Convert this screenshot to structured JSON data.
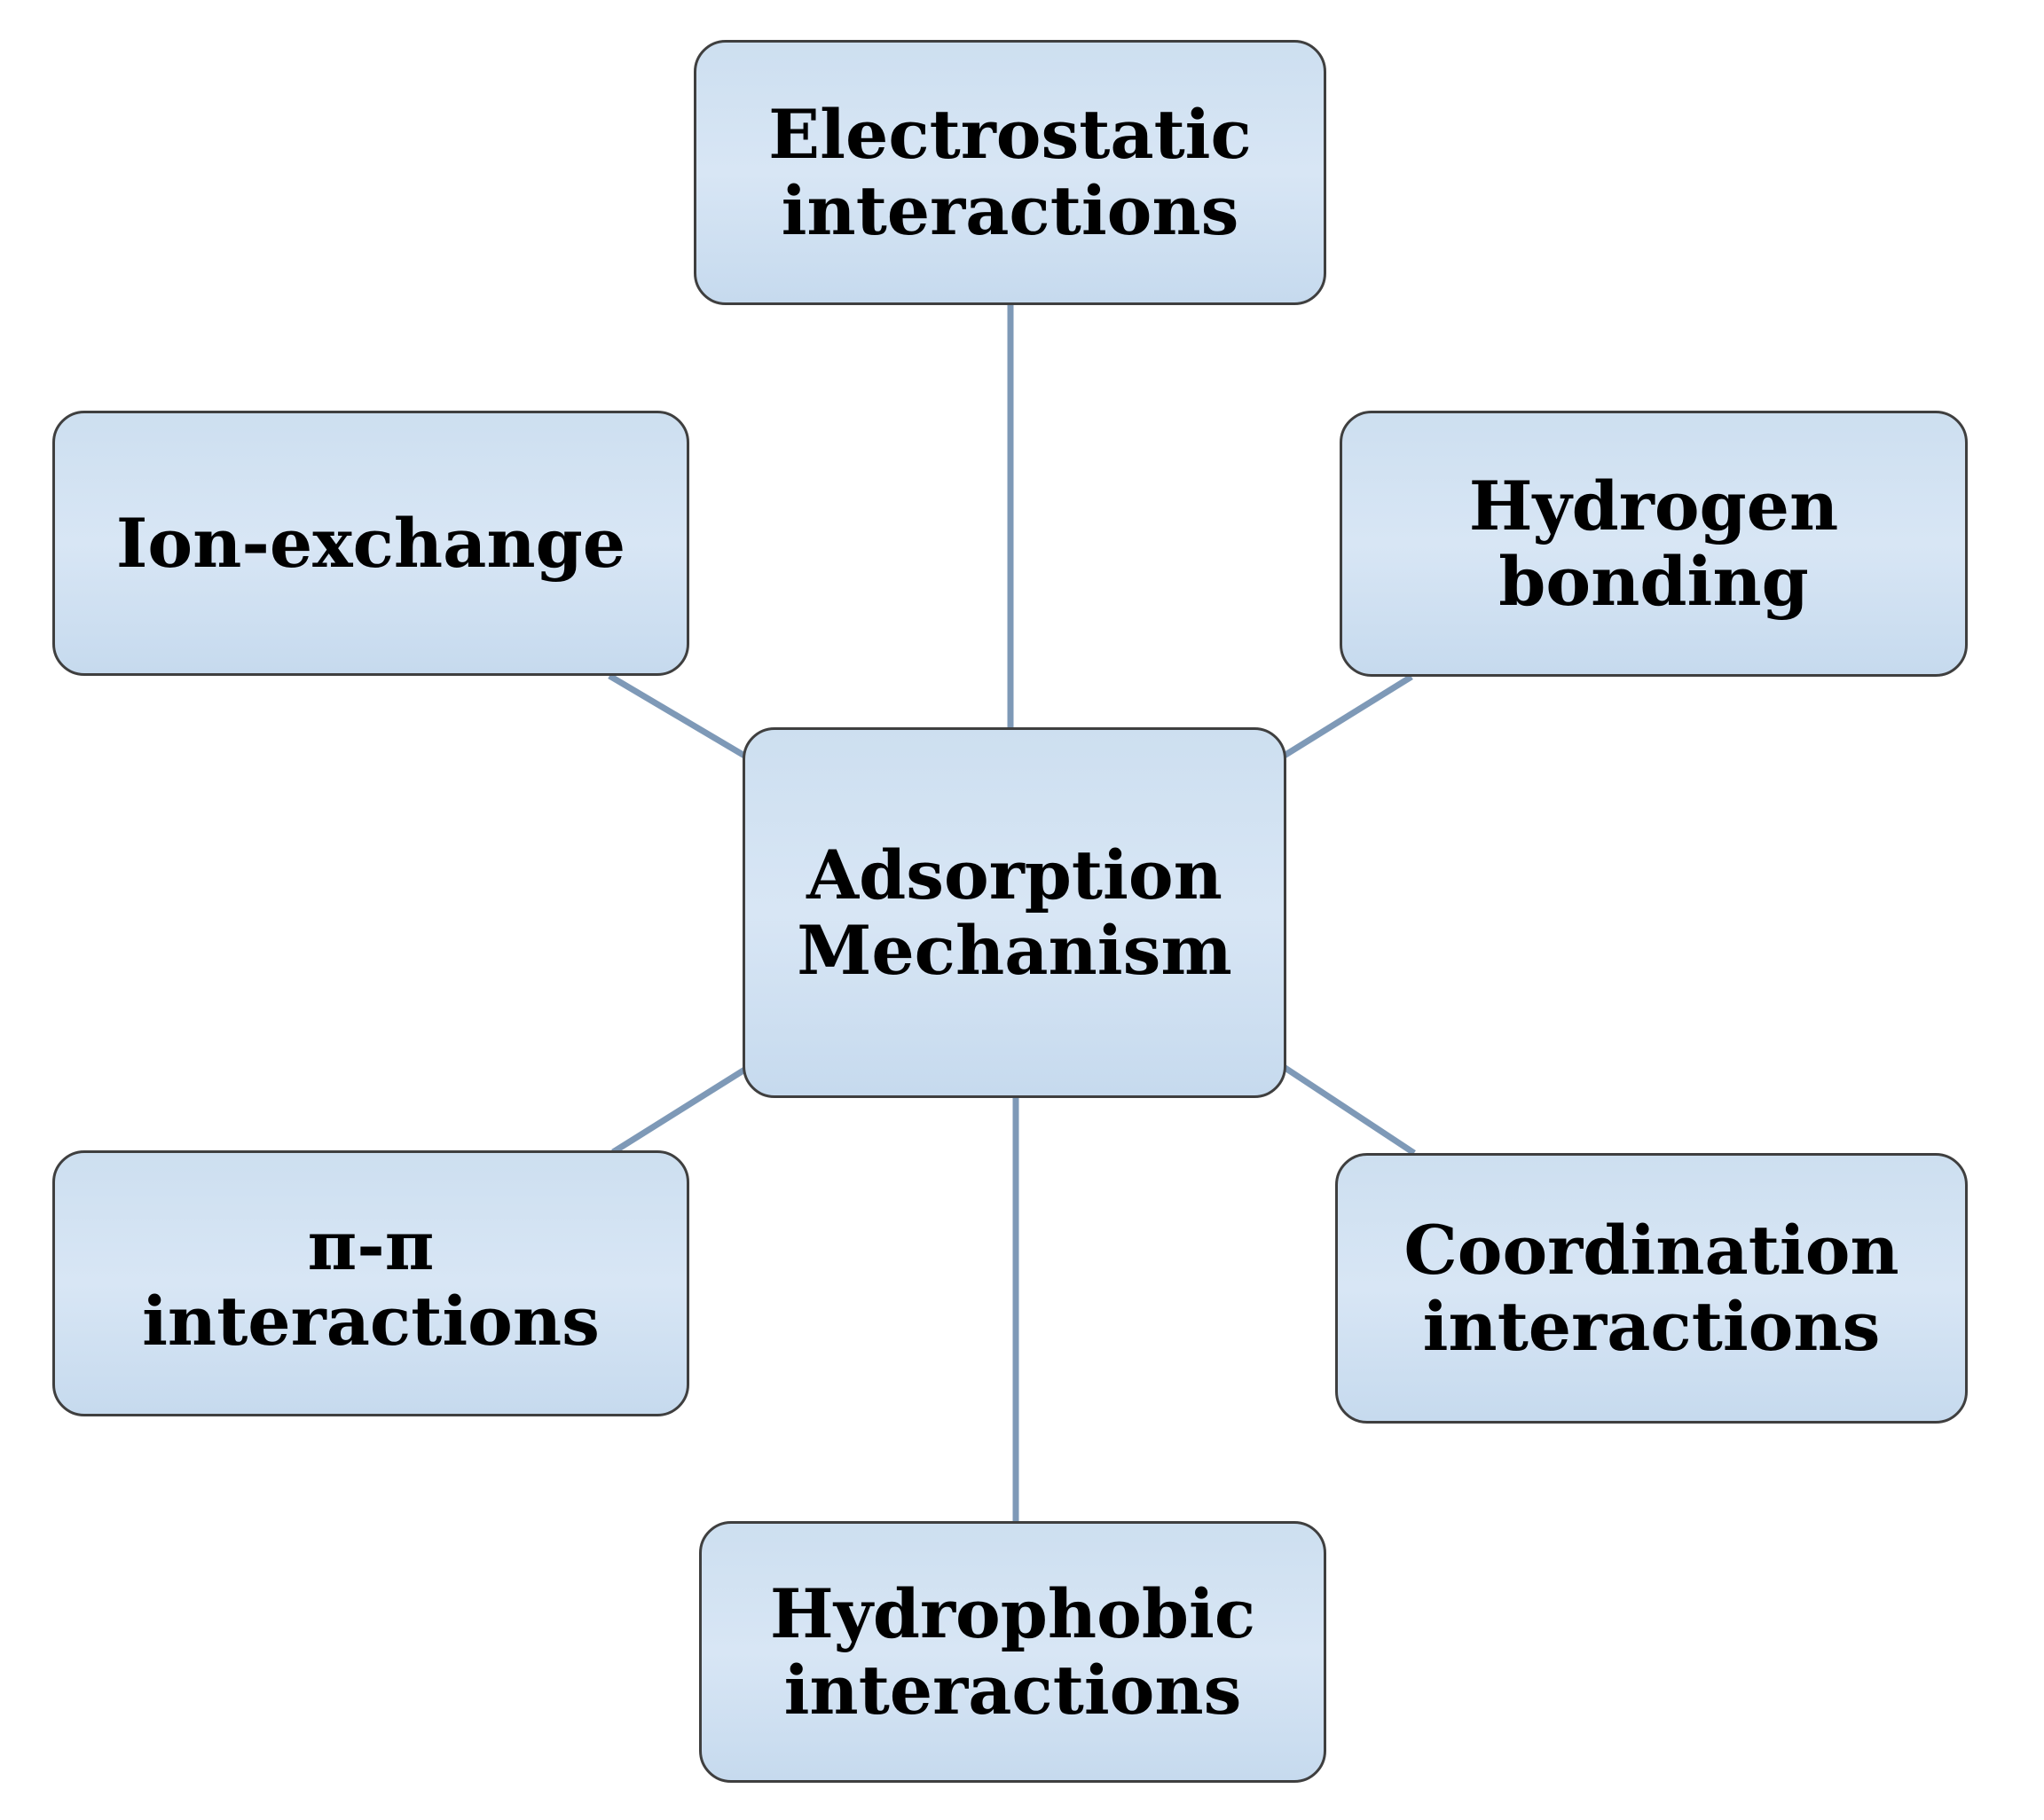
{
  "diagram": {
    "title": "Adsorption Mechanism",
    "type": "hub-and-spoke mind map",
    "colors": {
      "background": "#ffffff",
      "box_fill_top": "#cddff0",
      "box_fill_mid": "#d8e6f5",
      "box_fill_bottom": "#c6daee",
      "box_border": "#3f3f3f",
      "connector": "#7e99b7",
      "text": "#000000"
    },
    "nodes": {
      "center": {
        "label": "Adsorption Mechanism"
      },
      "top": {
        "label": "Electrostatic interactions"
      },
      "top_left": {
        "label": "Ion-exchange"
      },
      "top_right": {
        "label": "Hydrogen bonding"
      },
      "bottom_left": {
        "label": "π-π interactions"
      },
      "bottom_right": {
        "label": "Coordination interactions"
      },
      "bottom": {
        "label": "Hydrophobic interactions"
      }
    },
    "edges": [
      {
        "from": "center",
        "to": "top"
      },
      {
        "from": "center",
        "to": "top_left"
      },
      {
        "from": "center",
        "to": "top_right"
      },
      {
        "from": "center",
        "to": "bottom_left"
      },
      {
        "from": "center",
        "to": "bottom_right"
      },
      {
        "from": "center",
        "to": "bottom"
      }
    ]
  }
}
